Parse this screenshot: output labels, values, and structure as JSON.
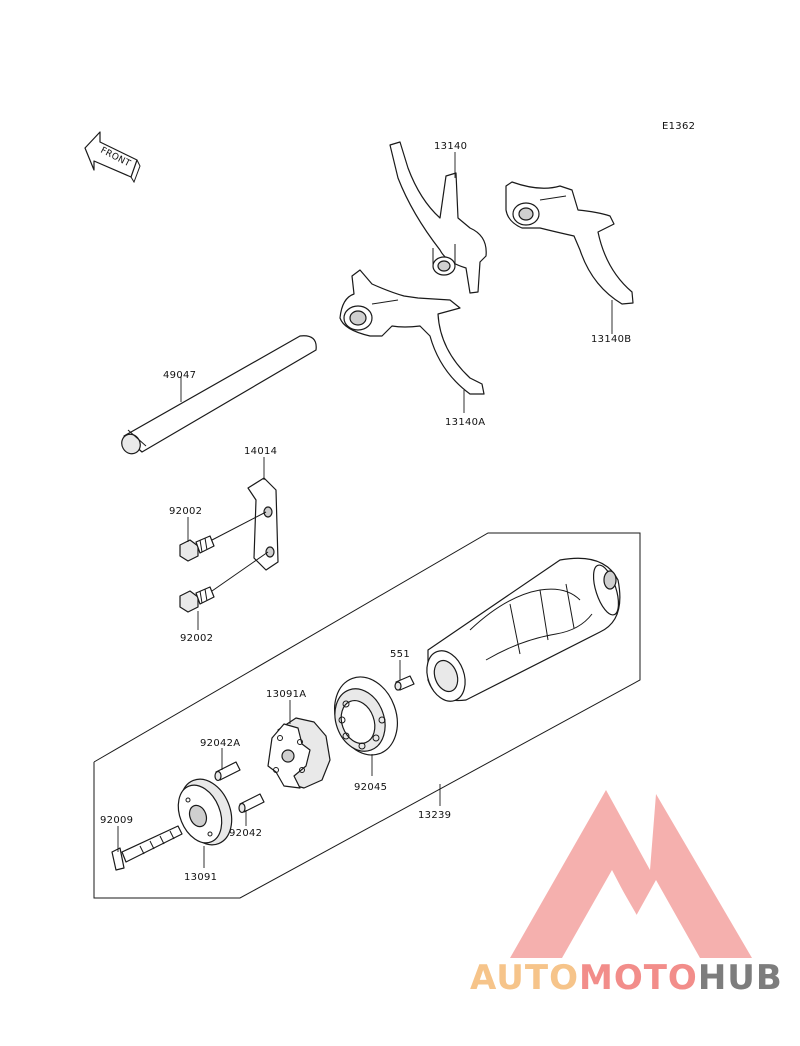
{
  "diagram_code": "E1362",
  "front_arrow_text": "FRONT",
  "labels": {
    "p13140": "13140",
    "p13140B": "13140B",
    "p13140A": "13140A",
    "p49047": "49047",
    "p14014": "14014",
    "p92002_top": "92002",
    "p92002_bottom": "92002",
    "p551": "551",
    "p13091A": "13091A",
    "p92042A": "92042A",
    "p92045": "92045",
    "p13239": "13239",
    "p92009": "92009",
    "p92042": "92042",
    "p13091": "13091"
  },
  "watermark": {
    "auto": "AUTO",
    "moto": "MOTO",
    "hub": "HUB",
    "colors": {
      "auto": "#f6c48a",
      "moto": "#f28d8a",
      "hub": "#7d7d7d",
      "logo": "#f4a3a0"
    }
  }
}
